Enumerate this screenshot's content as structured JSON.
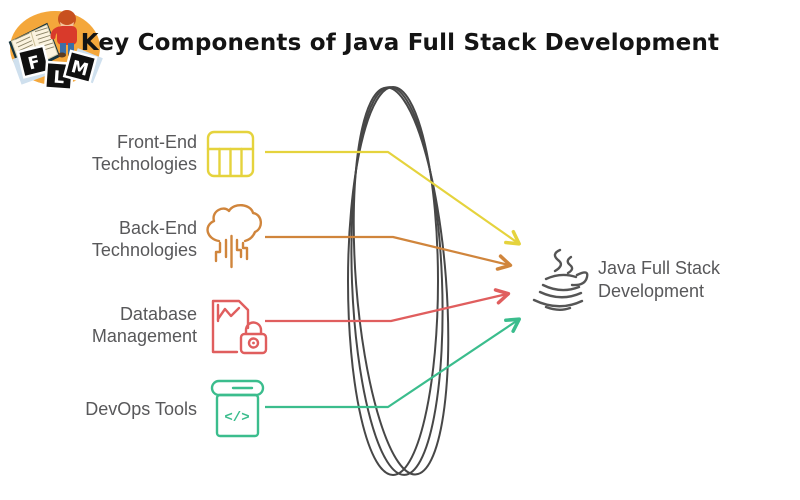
{
  "title": "Key Components of Java Full Stack Development",
  "logo": {
    "name": "FLM reading-kid logo",
    "letters": [
      "F",
      "L",
      "M"
    ]
  },
  "components": [
    {
      "id": "front-end",
      "line1": "Front-End",
      "line2": "Technologies",
      "icon": "table-layout-icon",
      "color": "#e5d33d"
    },
    {
      "id": "back-end",
      "line1": "Back-End",
      "line2": "Technologies",
      "icon": "cloud-circuit-icon",
      "color": "#d0853c"
    },
    {
      "id": "database",
      "line1": "Database",
      "line2": "Management",
      "icon": "document-lock-chart-icon",
      "color": "#e05e5e"
    },
    {
      "id": "devops",
      "line1": "DevOps Tools",
      "line2": "",
      "icon": "code-container-icon",
      "color": "#3bbd8d"
    }
  ],
  "devops_code_glyph": "</>",
  "result": {
    "line1": "Java Full Stack",
    "line2": "Development",
    "icon": "java-coffee-cup-icon"
  },
  "colors": {
    "yellow": "#e5d33d",
    "orange": "#d0853c",
    "red": "#e05e5e",
    "green": "#3bbd8d",
    "lens_stroke": "#474747",
    "label_gray": "#58585a",
    "java_sketch": "#555555"
  }
}
